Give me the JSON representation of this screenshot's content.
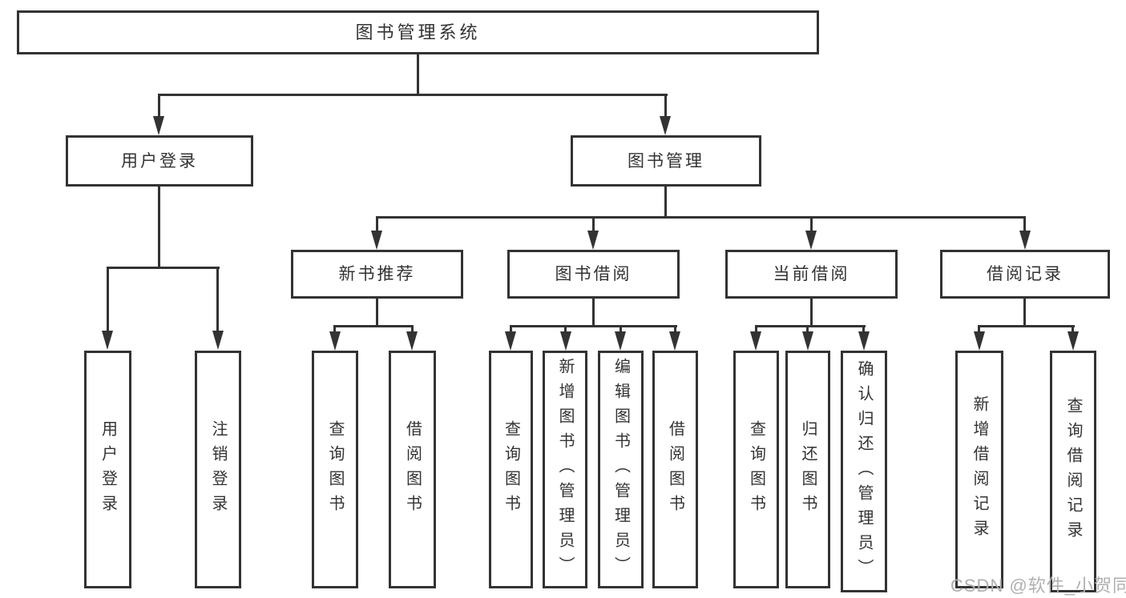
{
  "colors": {
    "line": "#333333",
    "text": "#333333",
    "background": "#ffffff",
    "watermark": "#b0b0b0"
  },
  "tree": {
    "root": {
      "label": "图书管理系统"
    },
    "login_branch": {
      "label": "用户登录",
      "leaves": [
        {
          "label": "用户登录"
        },
        {
          "label": "注销登录"
        }
      ]
    },
    "mgmt_branch": {
      "label": "图书管理",
      "groups": [
        {
          "label": "新书推荐",
          "leaves": [
            {
              "label": "查询图书"
            },
            {
              "label": "借阅图书"
            }
          ]
        },
        {
          "label": "图书借阅",
          "leaves": [
            {
              "label": "查询图书"
            },
            {
              "label": "新增图书（管理员）"
            },
            {
              "label": "编辑图书（管理员）"
            },
            {
              "label": "借阅图书"
            }
          ]
        },
        {
          "label": "当前借阅",
          "leaves": [
            {
              "label": "查询图书"
            },
            {
              "label": "归还图书"
            },
            {
              "label": "确认归还（管理员）"
            }
          ]
        },
        {
          "label": "借阅记录",
          "leaves": [
            {
              "label": "新增借阅记录"
            },
            {
              "label": "查询借阅记录"
            }
          ]
        }
      ]
    }
  },
  "watermark": {
    "text": "CSDN @软件_小贺同学"
  }
}
